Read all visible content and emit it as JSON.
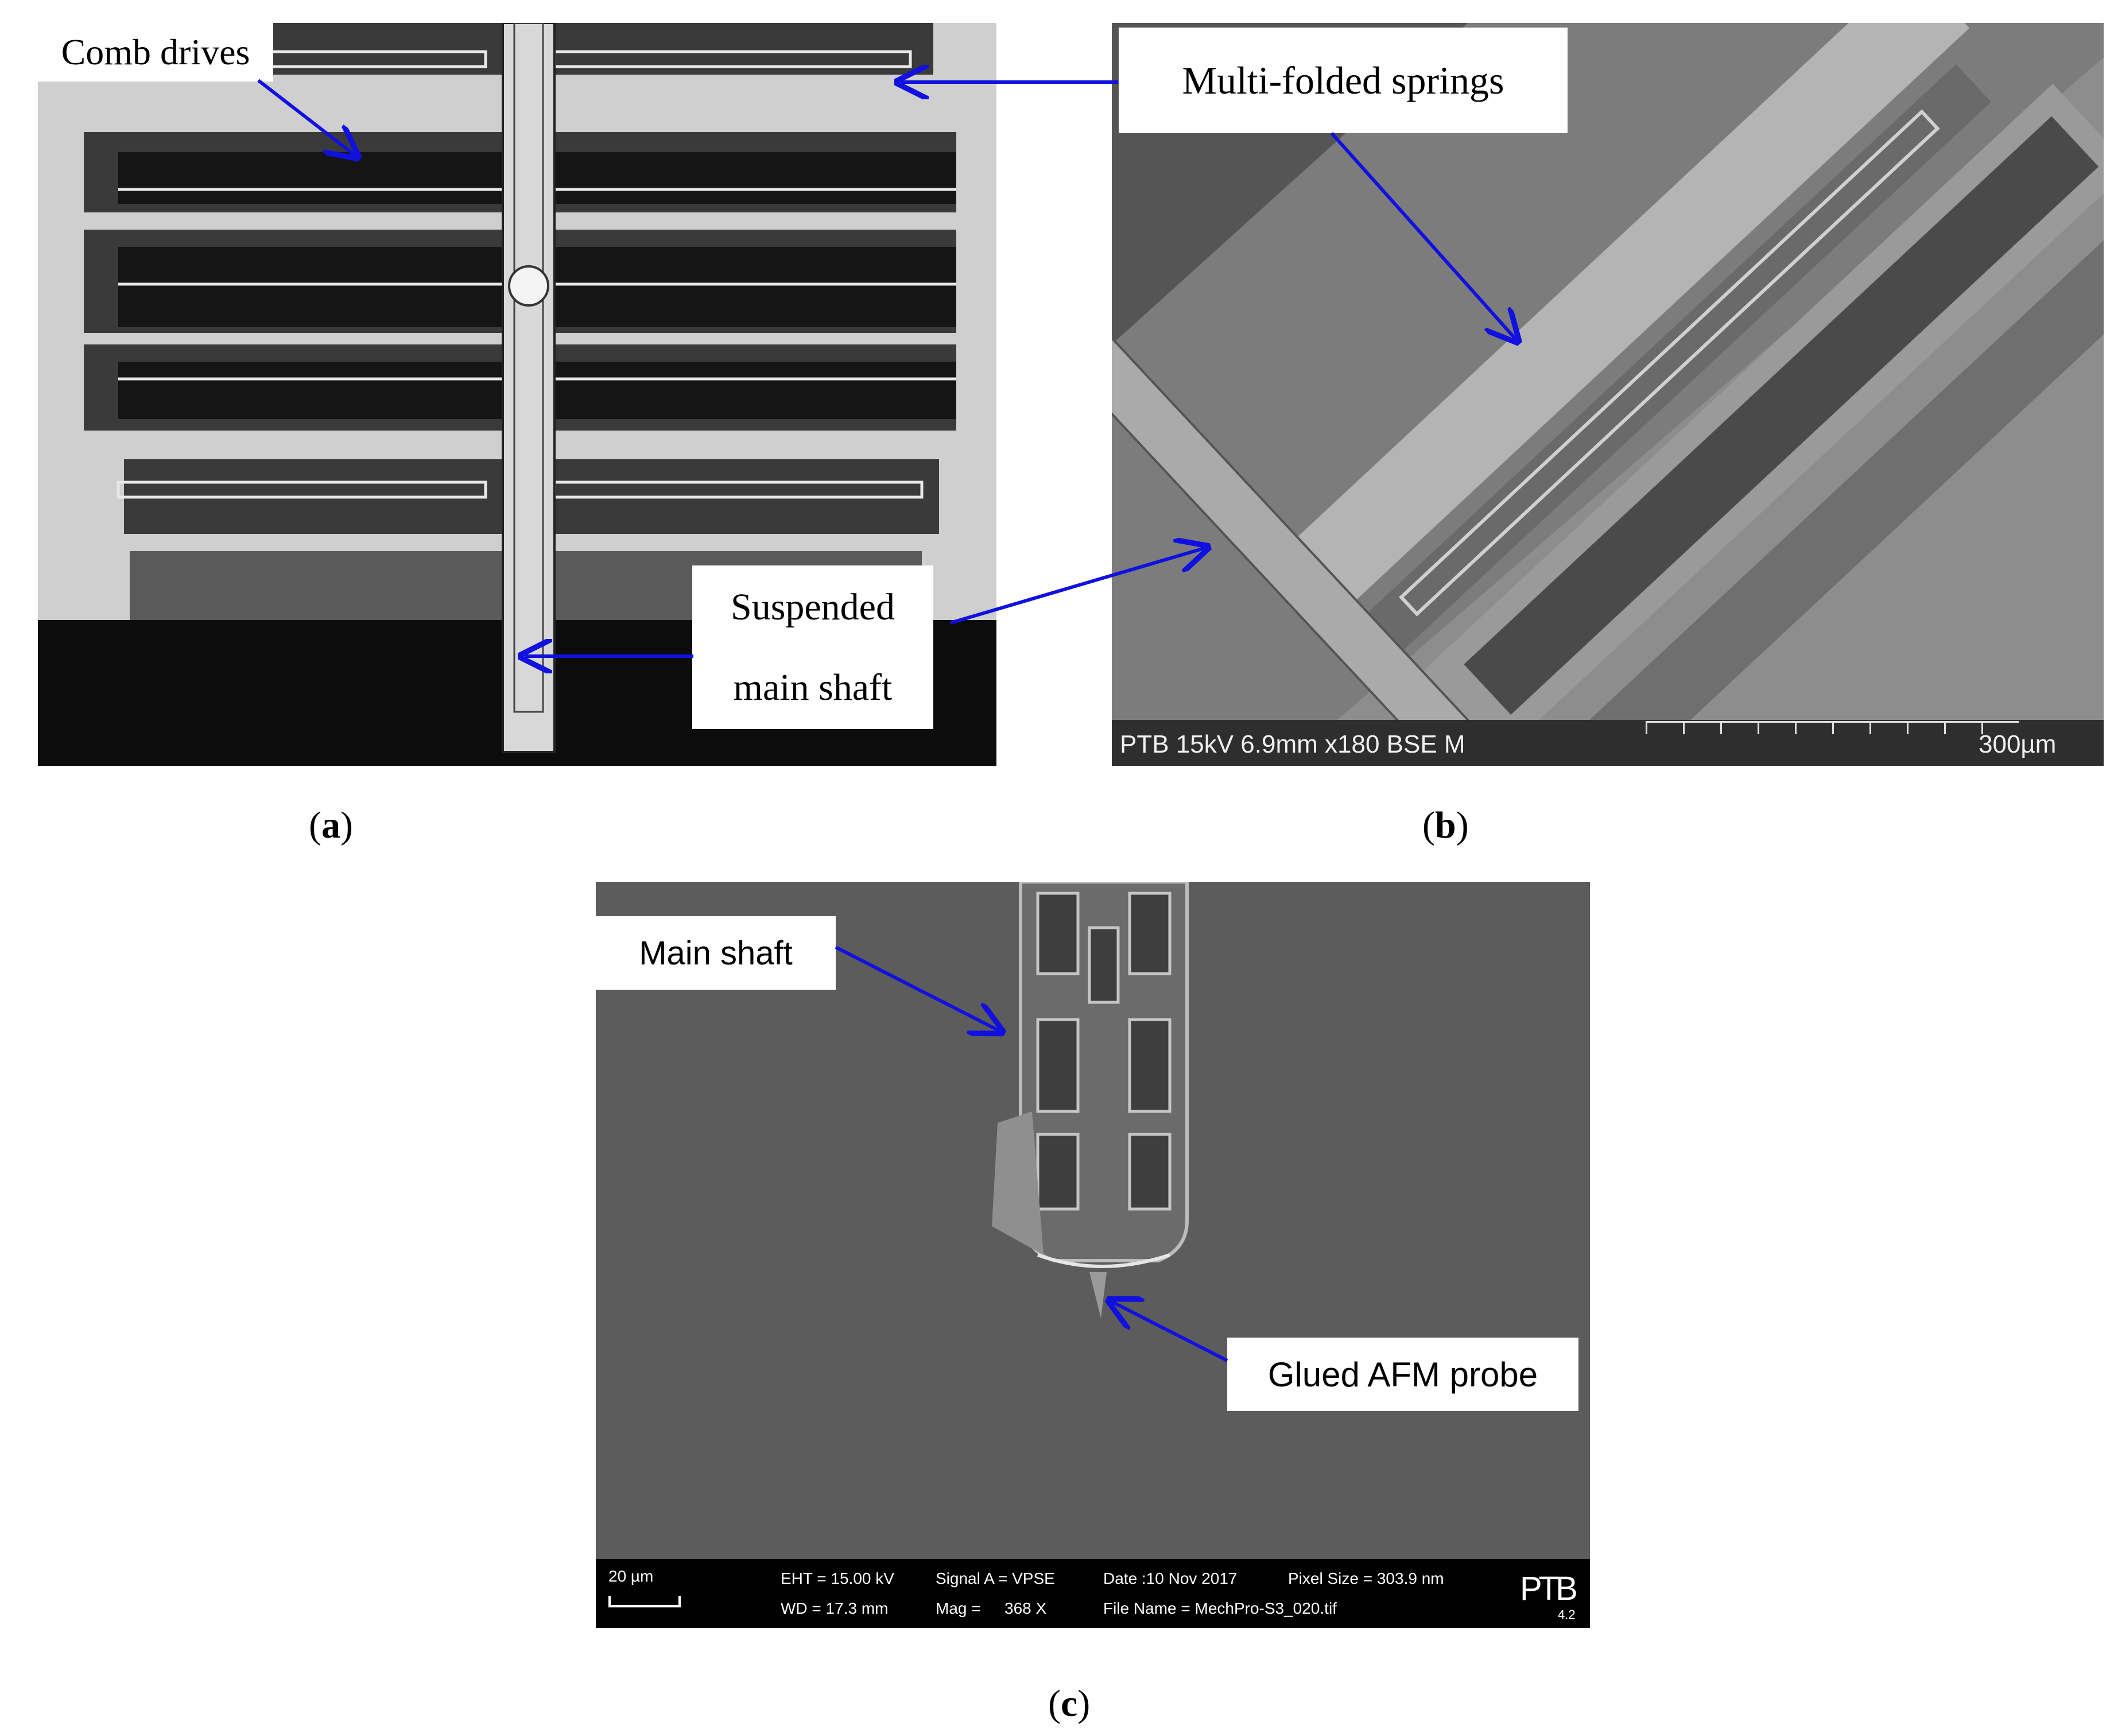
{
  "panel_a": {
    "label_comb": "Comb drives",
    "label_shaft_line1": "Suspended",
    "label_shaft_line2": "main shaft",
    "caption_letter": "a"
  },
  "panel_b": {
    "label_springs": "Multi-folded springs",
    "info": "PTB 15kV 6.9mm x180 BSE M",
    "scale": "300µm",
    "caption_letter": "b"
  },
  "panel_c": {
    "label_main_shaft": "Main shaft",
    "label_probe": "Glued AFM probe",
    "scale": "20 µm",
    "eht": "EHT = 15.00 kV",
    "wd": "WD = 17.3 mm",
    "signal": "Signal A = VPSE",
    "mag_label": "Mag =",
    "mag_value": "368 X",
    "date": "Date :10 Nov 2017",
    "filename": "File Name = MechPro-S3_020.tif",
    "pixel_size": "Pixel Size = 303.9 nm",
    "logo": "PTB",
    "logo_sub": "4.2",
    "caption_letter": "c"
  },
  "colors": {
    "arrow": "#1010e0",
    "background": "#ffffff"
  }
}
